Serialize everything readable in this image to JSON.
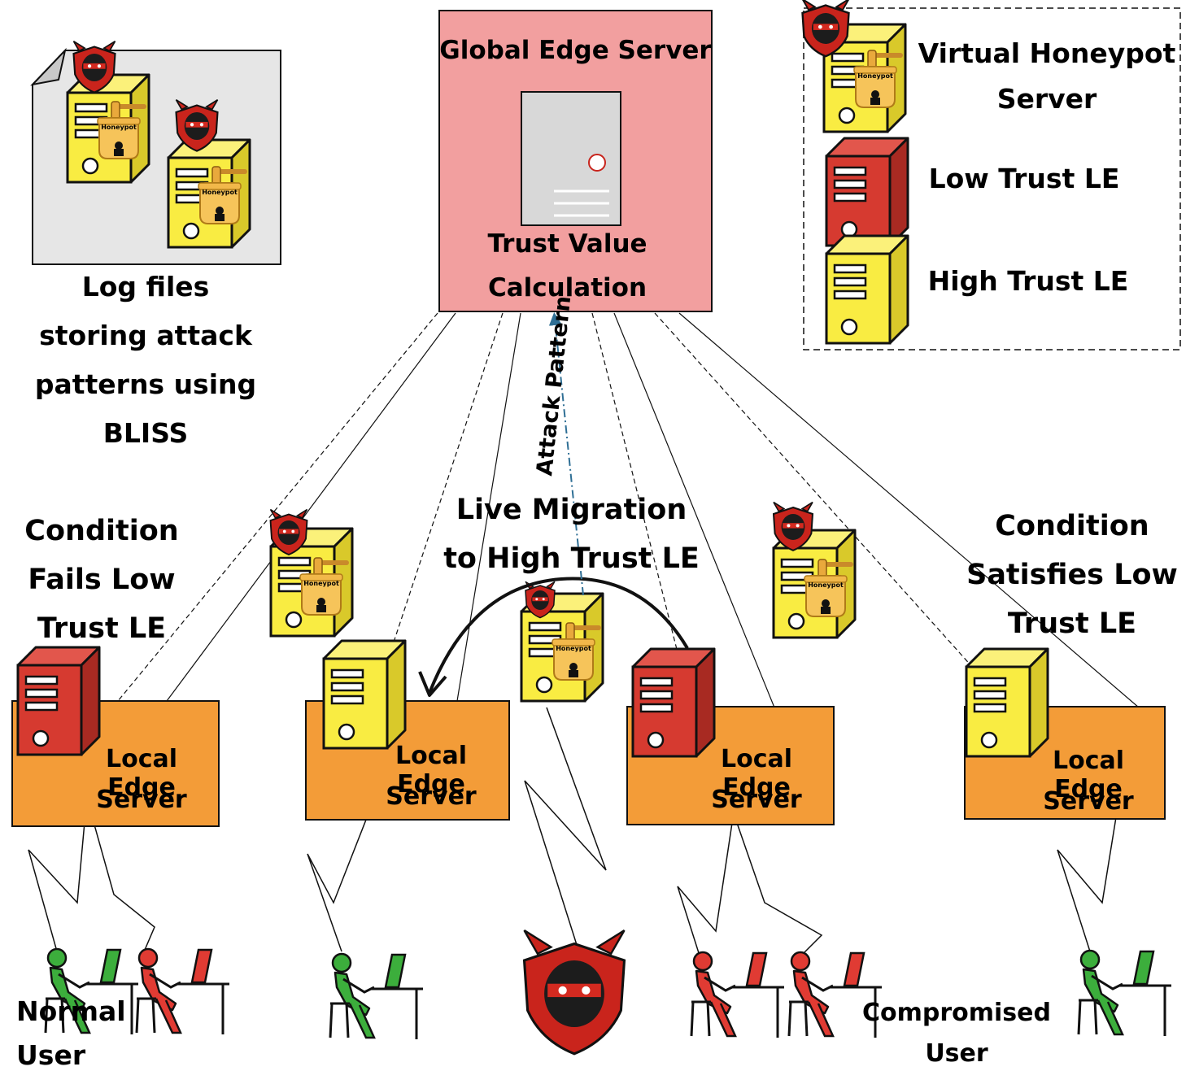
{
  "global_server": {
    "title": "Global Edge Server",
    "caption_line1": "Trust Value",
    "caption_line2": "Calculation"
  },
  "log_files": {
    "line1": "Log files",
    "line2": "storing attack",
    "line3": "patterns using",
    "line4": "BLISS"
  },
  "legend": {
    "honeypot_line1": "Virtual Honeypot",
    "honeypot_line2": "Server",
    "low_trust": "Low Trust LE",
    "high_trust": "High Trust LE"
  },
  "honeypot_label": "Honeypot",
  "attack_pattern": "Attack Pattern",
  "live_migration": {
    "line1": "Live Migration",
    "line2": "to High Trust LE"
  },
  "condition_fails": {
    "line1": "Condition",
    "line2": "Fails Low",
    "line3": "Trust LE"
  },
  "condition_satisfies": {
    "line1": "Condition",
    "line2": "Satisfies Low",
    "line3": "Trust LE"
  },
  "local_edge": {
    "line1": "Local Edge",
    "line2": "Server"
  },
  "normal_user": {
    "line1": "Normal",
    "line2": "User"
  },
  "compromised_user": {
    "line1": "Compromised",
    "line2": "User"
  },
  "colors": {
    "global_fill": "#f29f9f",
    "local_fill": "#f39c38",
    "yellow_server": "#f9ec42",
    "red_server": "#d63a30",
    "normal_user": "#3cae3c",
    "compromised_user": "#e03b33",
    "arrow_blue": "#2f6f95"
  }
}
